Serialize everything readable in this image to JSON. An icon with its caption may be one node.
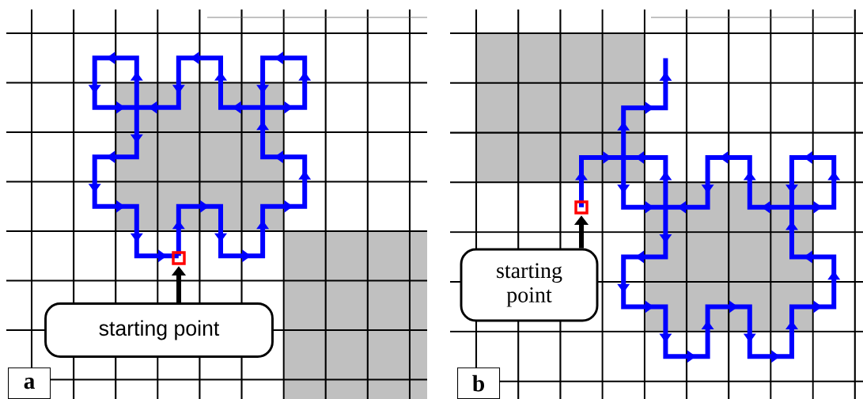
{
  "diagram": {
    "nodes": [
      {
        "text": [
          "starting point"
        ]
      },
      {
        "text": [],
        "shape": "box"
      },
      {
        "text": [
          "starting point"
        ]
      },
      {
        "text": [],
        "shape": "box"
      }
    ],
    "edges": [
      {
        "from": 0,
        "to": 1,
        "arrow": "to"
      },
      {
        "from": 2,
        "to": 3,
        "arrow": "to"
      }
    ],
    "labels": [
      "a",
      "b"
    ]
  }
}
